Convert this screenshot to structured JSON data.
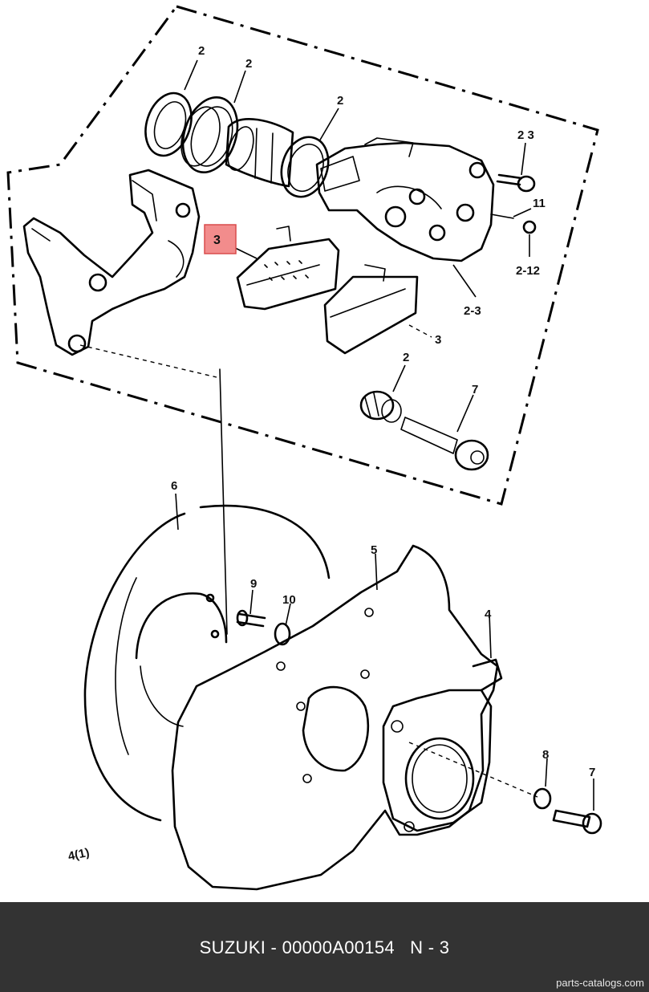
{
  "diagram": {
    "highlight_label": "3",
    "callouts": {
      "c_2a": "2",
      "c_2b": "2",
      "c_2c": "2",
      "c_2_3_top": "2 3",
      "c_11": "11",
      "c_2_12": "2-12",
      "c_2_3": "2-3",
      "c_3": "3",
      "c_2d": "2",
      "c_7a": "7",
      "c_6": "6",
      "c_5": "5",
      "c_9": "9",
      "c_10": "10",
      "c_4": "4",
      "c_8": "8",
      "c_7b": "7"
    },
    "drawing_code": "4(1)"
  },
  "footer": {
    "caption": "SUZUKI - 00000A00154   N - 3",
    "credit": "parts-catalogs.com",
    "background": "#333333"
  },
  "accent": {
    "highlight": "#f28c8c"
  }
}
